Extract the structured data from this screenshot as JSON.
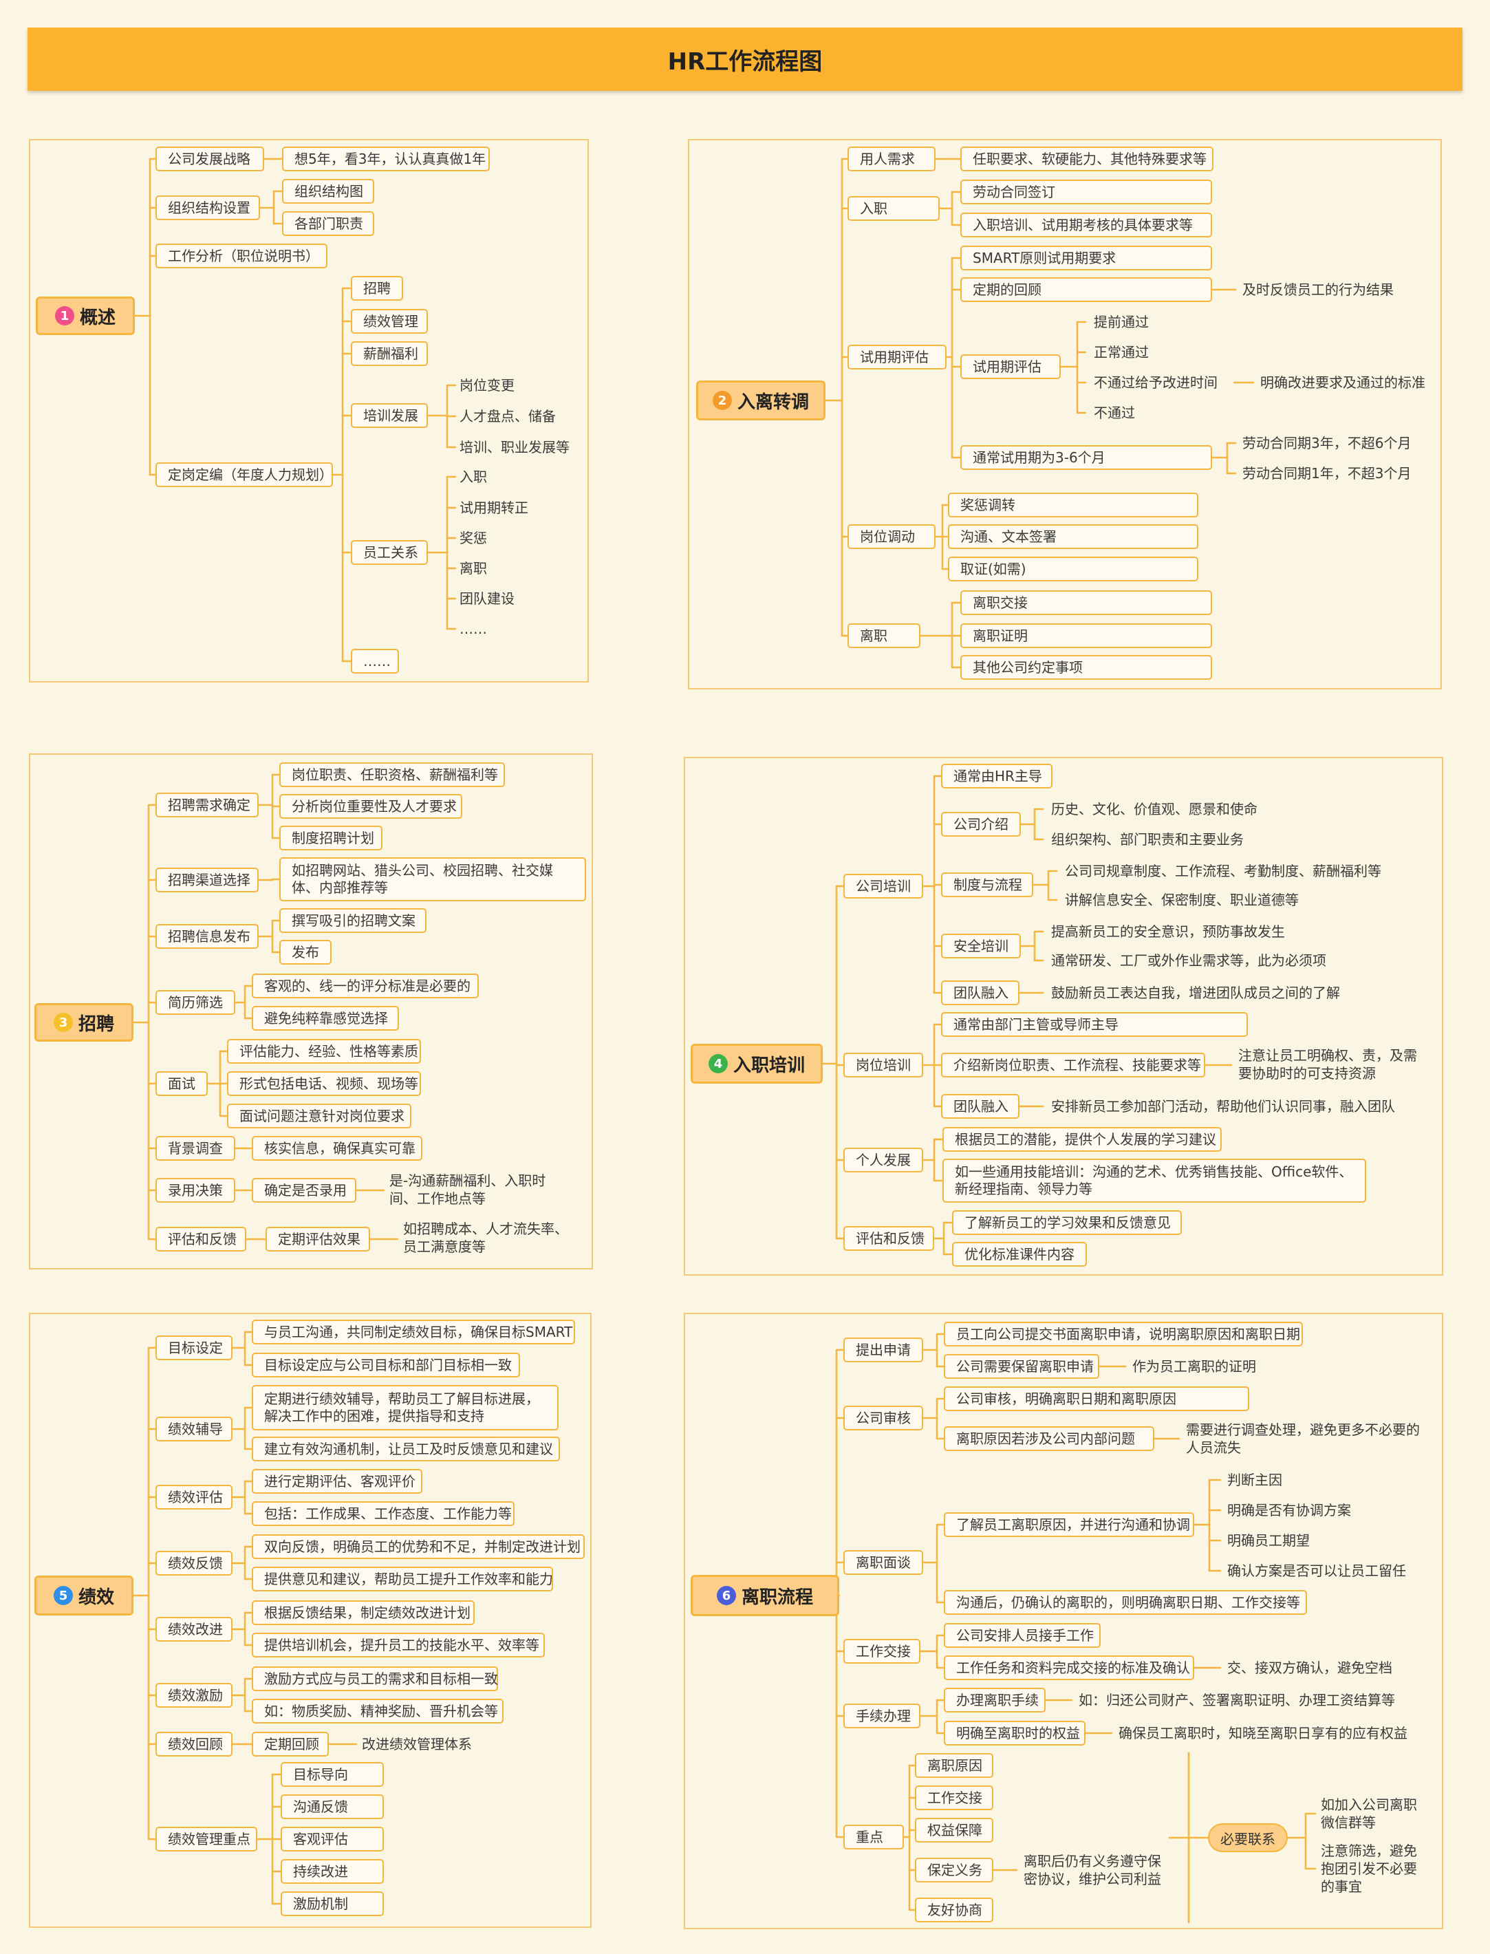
{
  "title": "HR工作流程图",
  "colors": {
    "accent": "#fbb22f",
    "line": "#f4b63f",
    "background": "#fbf5e3"
  },
  "sections": [
    {
      "num": "1",
      "title": "概述",
      "num_color": "#f0508a",
      "items": [
        {
          "label": "公司发展战略",
          "children": [
            "想5年，看3年，认认真真做1年"
          ]
        },
        {
          "label": "组织结构设置",
          "children": [
            "组织结构图",
            "各部门职责"
          ]
        },
        {
          "label": "工作分析（职位说明书）"
        },
        {
          "label": "定岗定编（年度人力规划）",
          "children": [
            {
              "label": "招聘"
            },
            {
              "label": "绩效管理"
            },
            {
              "label": "薪酬福利"
            },
            {
              "label": "培训发展",
              "children": [
                "岗位变更",
                "人才盘点、储备",
                "培训、职业发展等"
              ]
            },
            {
              "label": "员工关系",
              "children": [
                "入职",
                "试用期转正",
                "奖惩",
                "离职",
                "团队建设",
                "……"
              ]
            },
            {
              "label": "……"
            }
          ]
        }
      ]
    },
    {
      "num": "2",
      "title": "入离转调",
      "num_color": "#f39a2b",
      "items": [
        {
          "label": "用人需求",
          "children": [
            "任职要求、软硬能力、其他特殊要求等"
          ]
        },
        {
          "label": "入职",
          "children": [
            "劳动合同签订",
            "入职培训、试用期考核的具体要求等"
          ]
        },
        {
          "label": "试用期评估",
          "children": [
            {
              "label": "SMART原则试用期要求"
            },
            {
              "label": "定期的回顾",
              "children": [
                "及时反馈员工的行为结果"
              ]
            },
            {
              "label": "试用期评估",
              "children": [
                "提前通过",
                "正常通过",
                "不通过给予改进时间",
                "不通过"
              ],
              "extra": "明确改进要求及通过的标准"
            },
            {
              "label": "通常试用期为3-6个月",
              "children": [
                "劳动合同期3年，不超6个月",
                "劳动合同期1年，不超3个月"
              ]
            }
          ]
        },
        {
          "label": "岗位调动",
          "children": [
            "奖惩调转",
            "沟通、文本签署",
            "取证(如需)"
          ]
        },
        {
          "label": "离职",
          "children": [
            "离职交接",
            "离职证明",
            "其他公司约定事项"
          ]
        }
      ]
    },
    {
      "num": "3",
      "title": "招聘",
      "num_color": "#f6c02c",
      "items": [
        {
          "label": "招聘需求确定",
          "children": [
            "岗位职责、任职资格、薪酬福利等",
            "分析岗位重要性及人才要求",
            "制度招聘计划"
          ]
        },
        {
          "label": "招聘渠道选择",
          "children": [
            "如招聘网站、猎头公司、校园招聘、社交媒体、内部推荐等"
          ]
        },
        {
          "label": "招聘信息发布",
          "children": [
            "撰写吸引的招聘文案",
            "发布"
          ]
        },
        {
          "label": "简历筛选",
          "children": [
            "客观的、线一的评分标准是必要的",
            "避免纯粹靠感觉选择"
          ]
        },
        {
          "label": "面试",
          "children": [
            "评估能力、经验、性格等素质",
            "形式包括电话、视频、现场等",
            "面试问题注意针对岗位要求"
          ]
        },
        {
          "label": "背景调查",
          "children": [
            "核实信息，确保真实可靠"
          ]
        },
        {
          "label": "录用决策",
          "children": [
            "确定是否录用"
          ],
          "note": "是-沟通薪酬福利、入职时间、工作地点等"
        },
        {
          "label": "评估和反馈",
          "children": [
            "定期评估效果"
          ],
          "note": "如招聘成本、人才流失率、员工满意度等"
        }
      ]
    },
    {
      "num": "4",
      "title": "入职培训",
      "num_color": "#3cb24c",
      "items": [
        {
          "label": "公司培训",
          "children": [
            {
              "label": "通常由HR主导"
            },
            {
              "label": "公司介绍",
              "children": [
                "历史、文化、价值观、愿景和使命",
                "组织架构、部门职责和主要业务"
              ]
            },
            {
              "label": "制度与流程",
              "children": [
                "公司司规章制度、工作流程、考勤制度、薪酬福利等",
                "讲解信息安全、保密制度、职业道德等"
              ]
            },
            {
              "label": "安全培训",
              "children": [
                "提高新员工的安全意识，预防事故发生",
                "通常研发、工厂或外作业需求等，此为必须项"
              ]
            },
            {
              "label": "团队融入",
              "children": [
                "鼓励新员工表达自我，增进团队成员之间的了解"
              ]
            }
          ]
        },
        {
          "label": "岗位培训",
          "children": [
            {
              "label": "通常由部门主管或导师主导"
            },
            {
              "label": "介绍新岗位职责、工作流程、技能要求等",
              "children": [
                "注意让员工明确权、责，及需要协助时的可支持资源"
              ]
            },
            {
              "label": "团队融入",
              "children": [
                "安排新员工参加部门活动，帮助他们认识同事，融入团队"
              ]
            }
          ]
        },
        {
          "label": "个人发展",
          "children": [
            "根据员工的潜能，提供个人发展的学习建议",
            "如一些通用技能培训：沟通的艺术、优秀销售技能、Office软件、新经理指南、领导力等"
          ]
        },
        {
          "label": "评估和反馈",
          "children": [
            "了解新员工的学习效果和反馈意见",
            "优化标准课件内容"
          ]
        }
      ]
    },
    {
      "num": "5",
      "title": "绩效",
      "num_color": "#2f8ee8",
      "items": [
        {
          "label": "目标设定",
          "children": [
            "与员工沟通，共同制定绩效目标，确保目标SMART",
            "目标设定应与公司目标和部门目标相一致"
          ]
        },
        {
          "label": "绩效辅导",
          "children": [
            "定期进行绩效辅导，帮助员工了解目标进展，解决工作中的困难，提供指导和支持",
            "建立有效沟通机制，让员工及时反馈意见和建议"
          ]
        },
        {
          "label": "绩效评估",
          "children": [
            "进行定期评估、客观评价",
            "包括：工作成果、工作态度、工作能力等"
          ]
        },
        {
          "label": "绩效反馈",
          "children": [
            "双向反馈，明确员工的优势和不足，并制定改进计划",
            "提供意见和建议，帮助员工提升工作效率和能力"
          ]
        },
        {
          "label": "绩效改进",
          "children": [
            "根据反馈结果，制定绩效改进计划",
            "提供培训机会，提升员工的技能水平、效率等"
          ]
        },
        {
          "label": "绩效激励",
          "children": [
            "激励方式应与员工的需求和目标相一致",
            "如：物质奖励、精神奖励、晋升机会等"
          ]
        },
        {
          "label": "绩效回顾",
          "children": [
            "定期回顾"
          ],
          "note": "改进绩效管理体系"
        },
        {
          "label": "绩效管理重点",
          "children": [
            "目标导向",
            "沟通反馈",
            "客观评估",
            "持续改进",
            "激励机制"
          ]
        }
      ]
    },
    {
      "num": "6",
      "title": "离职流程",
      "num_color": "#4a5ed9",
      "items": [
        {
          "label": "提出申请",
          "children": [
            "员工向公司提交书面离职申请，说明离职原因和离职日期",
            "公司需要保留离职申请"
          ],
          "note": "作为员工离职的证明"
        },
        {
          "label": "公司审核",
          "children": [
            "公司审核，明确离职日期和离职原因",
            "离职原因若涉及公司内部问题"
          ],
          "note": "需要进行调查处理，避免更多不必要的人员流失"
        },
        {
          "label": "离职面谈",
          "children": [
            {
              "label": "了解员工离职原因，并进行沟通和协调",
              "children": [
                "判断主因",
                "明确是否有协调方案",
                "明确员工期望",
                "确认方案是否可以让员工留任"
              ]
            },
            {
              "label": "沟通后，仍确认的离职的，则明确离职日期、工作交接等"
            }
          ]
        },
        {
          "label": "工作交接",
          "children": [
            "公司安排人员接手工作",
            "工作任务和资料完成交接的标准及确认"
          ],
          "note": "交、接双方确认，避免空档"
        },
        {
          "label": "手续办理",
          "children": [
            "办理离职手续",
            "明确至离职时的权益"
          ],
          "notes": [
            "如：归还公司财产、签署离职证明、办理工资结算等",
            "确保员工离职时，知晓至离职日享有的应有权益"
          ]
        },
        {
          "label": "重点",
          "children": [
            "离职原因",
            "工作交接",
            "权益保障",
            "保定义务",
            "友好协商"
          ],
          "note": "离职后仍有义务遵守保密协议，维护公司利益",
          "key": "必要联系",
          "key_notes": [
            "如加入公司离职微信群等",
            "注意筛选，避免抱团引发不必要的事宜"
          ]
        }
      ]
    }
  ]
}
